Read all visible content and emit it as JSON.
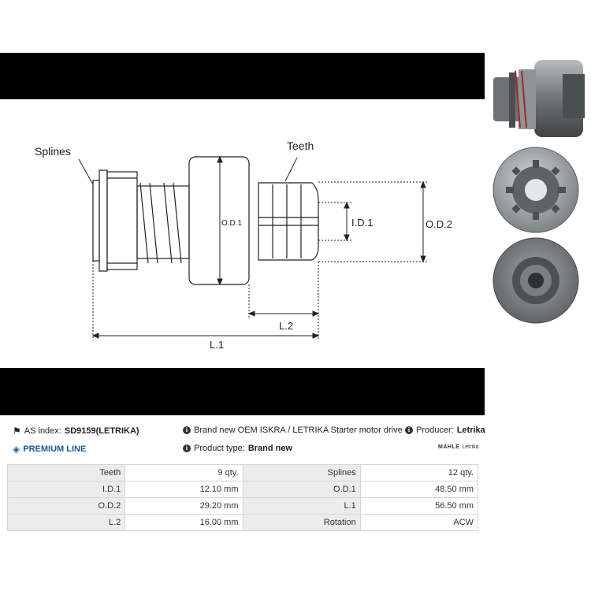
{
  "diagram": {
    "labels": {
      "splines": "Splines",
      "teeth": "Teeth",
      "od1": "O.D.1",
      "id1": "I.D.1",
      "od2": "O.D.2",
      "l2": "L.2",
      "l1": "L.1"
    }
  },
  "info": {
    "as_index_label": "AS index:",
    "as_index_value": "SD9159(LETRIKA)",
    "description": "Brand new OEM ISKRA / LETRIKA Starter motor drive",
    "producer_label": "Producer:",
    "producer_value": "Letrika",
    "premium_line": "PREMIUM LINE",
    "product_type_label": "Product type:",
    "product_type_value": "Brand new",
    "brand_logo_mahle": "MAHLE",
    "brand_logo_letrika": "Letrika"
  },
  "specs": [
    {
      "label_a": "Teeth",
      "value_a": "9 qty.",
      "label_b": "Splines",
      "value_b": "12 qty."
    },
    {
      "label_a": "I.D.1",
      "value_a": "12.10 mm",
      "label_b": "O.D.1",
      "value_b": "48.50 mm"
    },
    {
      "label_a": "O.D.2",
      "value_a": "29.20 mm",
      "label_b": "L.1",
      "value_b": "56.50 mm"
    },
    {
      "label_a": "L.2",
      "value_a": "16.00 mm",
      "label_b": "Rotation",
      "value_b": "ACW"
    }
  ],
  "colors": {
    "band": "#000000",
    "premium": "#1a5a9c",
    "label_cell": "#ececec",
    "metal": "#8a8f92"
  },
  "icons": [
    "tag-icon",
    "info-icon",
    "diamond-icon"
  ]
}
